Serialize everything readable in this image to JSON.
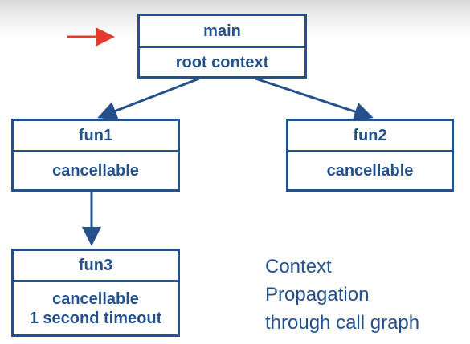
{
  "nodes": {
    "main": {
      "name": "main",
      "lines": [
        "root context"
      ]
    },
    "fun1": {
      "name": "fun1",
      "lines": [
        "cancellable"
      ]
    },
    "fun2": {
      "name": "fun2",
      "lines": [
        "cancellable"
      ]
    },
    "fun3": {
      "name": "fun3",
      "lines": [
        "cancellable",
        "1 second timeout"
      ]
    }
  },
  "caption": {
    "lines": [
      "Context",
      "Propagation",
      "through call graph"
    ]
  },
  "colors": {
    "node_blue": "#24508c",
    "pointer_red": "#e23b2e"
  }
}
